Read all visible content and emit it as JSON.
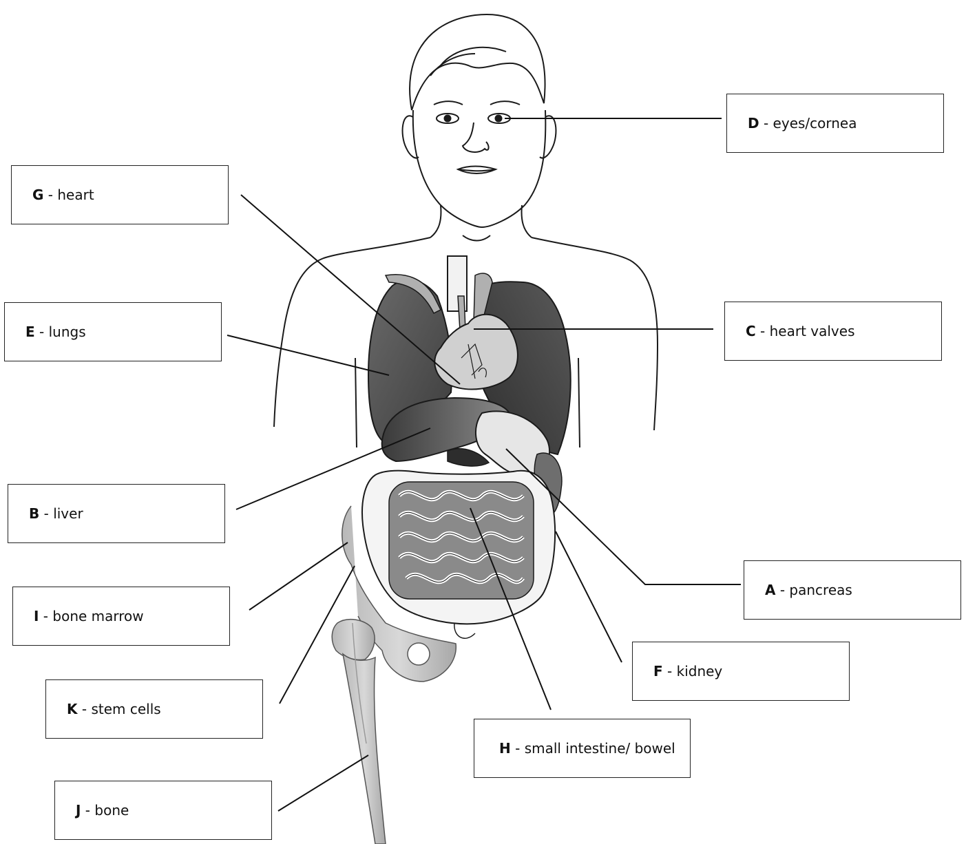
{
  "labels": {
    "A": {
      "letter": "A",
      "text": "pancreas"
    },
    "B": {
      "letter": "B",
      "text": "liver"
    },
    "C": {
      "letter": "C",
      "text": "heart valves"
    },
    "D": {
      "letter": "D",
      "text": "eyes/cornea"
    },
    "E": {
      "letter": "E",
      "text": "lungs"
    },
    "F": {
      "letter": "F",
      "text": "kidney"
    },
    "G": {
      "letter": "G",
      "text": "heart"
    },
    "H": {
      "letter": "H",
      "text": "small intestine/ bowel"
    },
    "I": {
      "letter": "I",
      "text": "bone marrow"
    },
    "J": {
      "letter": "J",
      "text": "bone"
    },
    "K": {
      "letter": "K",
      "text": "stem cells"
    }
  },
  "separator": " - ",
  "colors": {
    "outline": "#1a1a1a",
    "lung_dark": "#4a4a4a",
    "liver": "#5a5a5a",
    "heart": "#d0d0d0",
    "intestine": "#8a8a8a",
    "bone": "#c4c4c4"
  }
}
